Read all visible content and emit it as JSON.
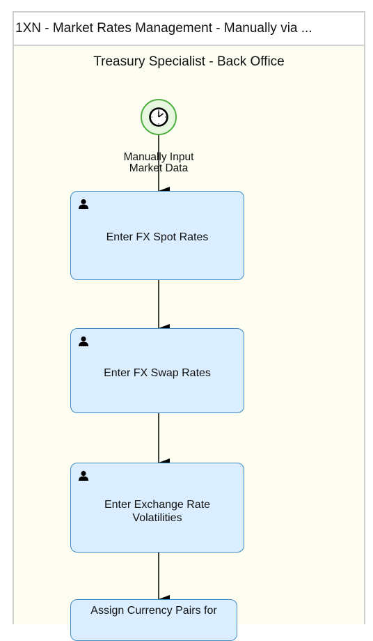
{
  "pool": {
    "title": "1XN - Market Rates Management - Manually via ..."
  },
  "lane": {
    "title": "Treasury Specialist - Back Office"
  },
  "start_event": {
    "icon": "clock-icon",
    "label_line1": "Manually Input",
    "label_line2": "Market Data"
  },
  "tasks": [
    {
      "label": "Enter FX Spot Rates",
      "icon": "user-icon"
    },
    {
      "label": "Enter FX Swap Rates",
      "icon": "user-icon"
    },
    {
      "label_line1": "Enter Exchange Rate",
      "label_line2": "Volatilities",
      "icon": "user-icon"
    },
    {
      "label": "Assign Currency Pairs for"
    }
  ],
  "colors": {
    "task_fill": "#dbeeff",
    "task_border": "#3f8bc2",
    "event_border": "#4caf3c",
    "event_fill": "#e8f8e0",
    "lane_fill": "#fdfdf2"
  }
}
